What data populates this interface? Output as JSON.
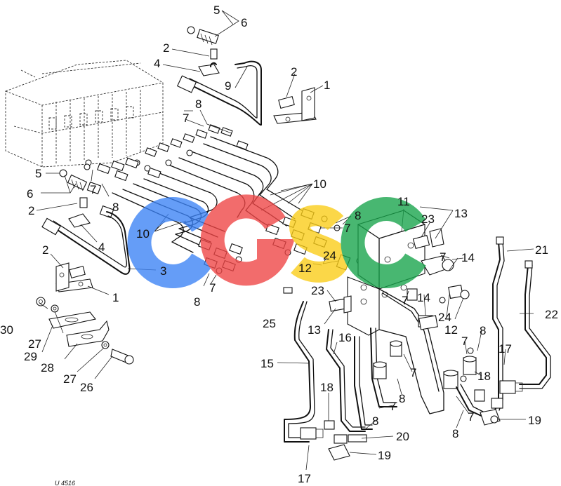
{
  "callouts": {
    "n1": "1",
    "n2": "2",
    "n3": "3",
    "n4": "4",
    "n5": "5",
    "n6": "6",
    "n7": "7",
    "n8": "8",
    "n9": "9",
    "n10": "10",
    "n11": "11",
    "n12": "12",
    "n13": "13",
    "n14": "14",
    "n15": "15",
    "n16": "16",
    "n17": "17",
    "n18": "18",
    "n19": "19",
    "n20": "20",
    "n21": "21",
    "n22": "22",
    "n23": "23",
    "n24": "24",
    "n25": "25",
    "n26": "26",
    "n27": "27",
    "n28": "28",
    "n29": "29",
    "n30": "30"
  },
  "figure_code": "U 4516",
  "watermark": {
    "text": "CGSC",
    "colors": {
      "c1": "#3b82f6",
      "g": "#ef4444",
      "s": "#facc15",
      "c2": "#16a34a"
    }
  }
}
